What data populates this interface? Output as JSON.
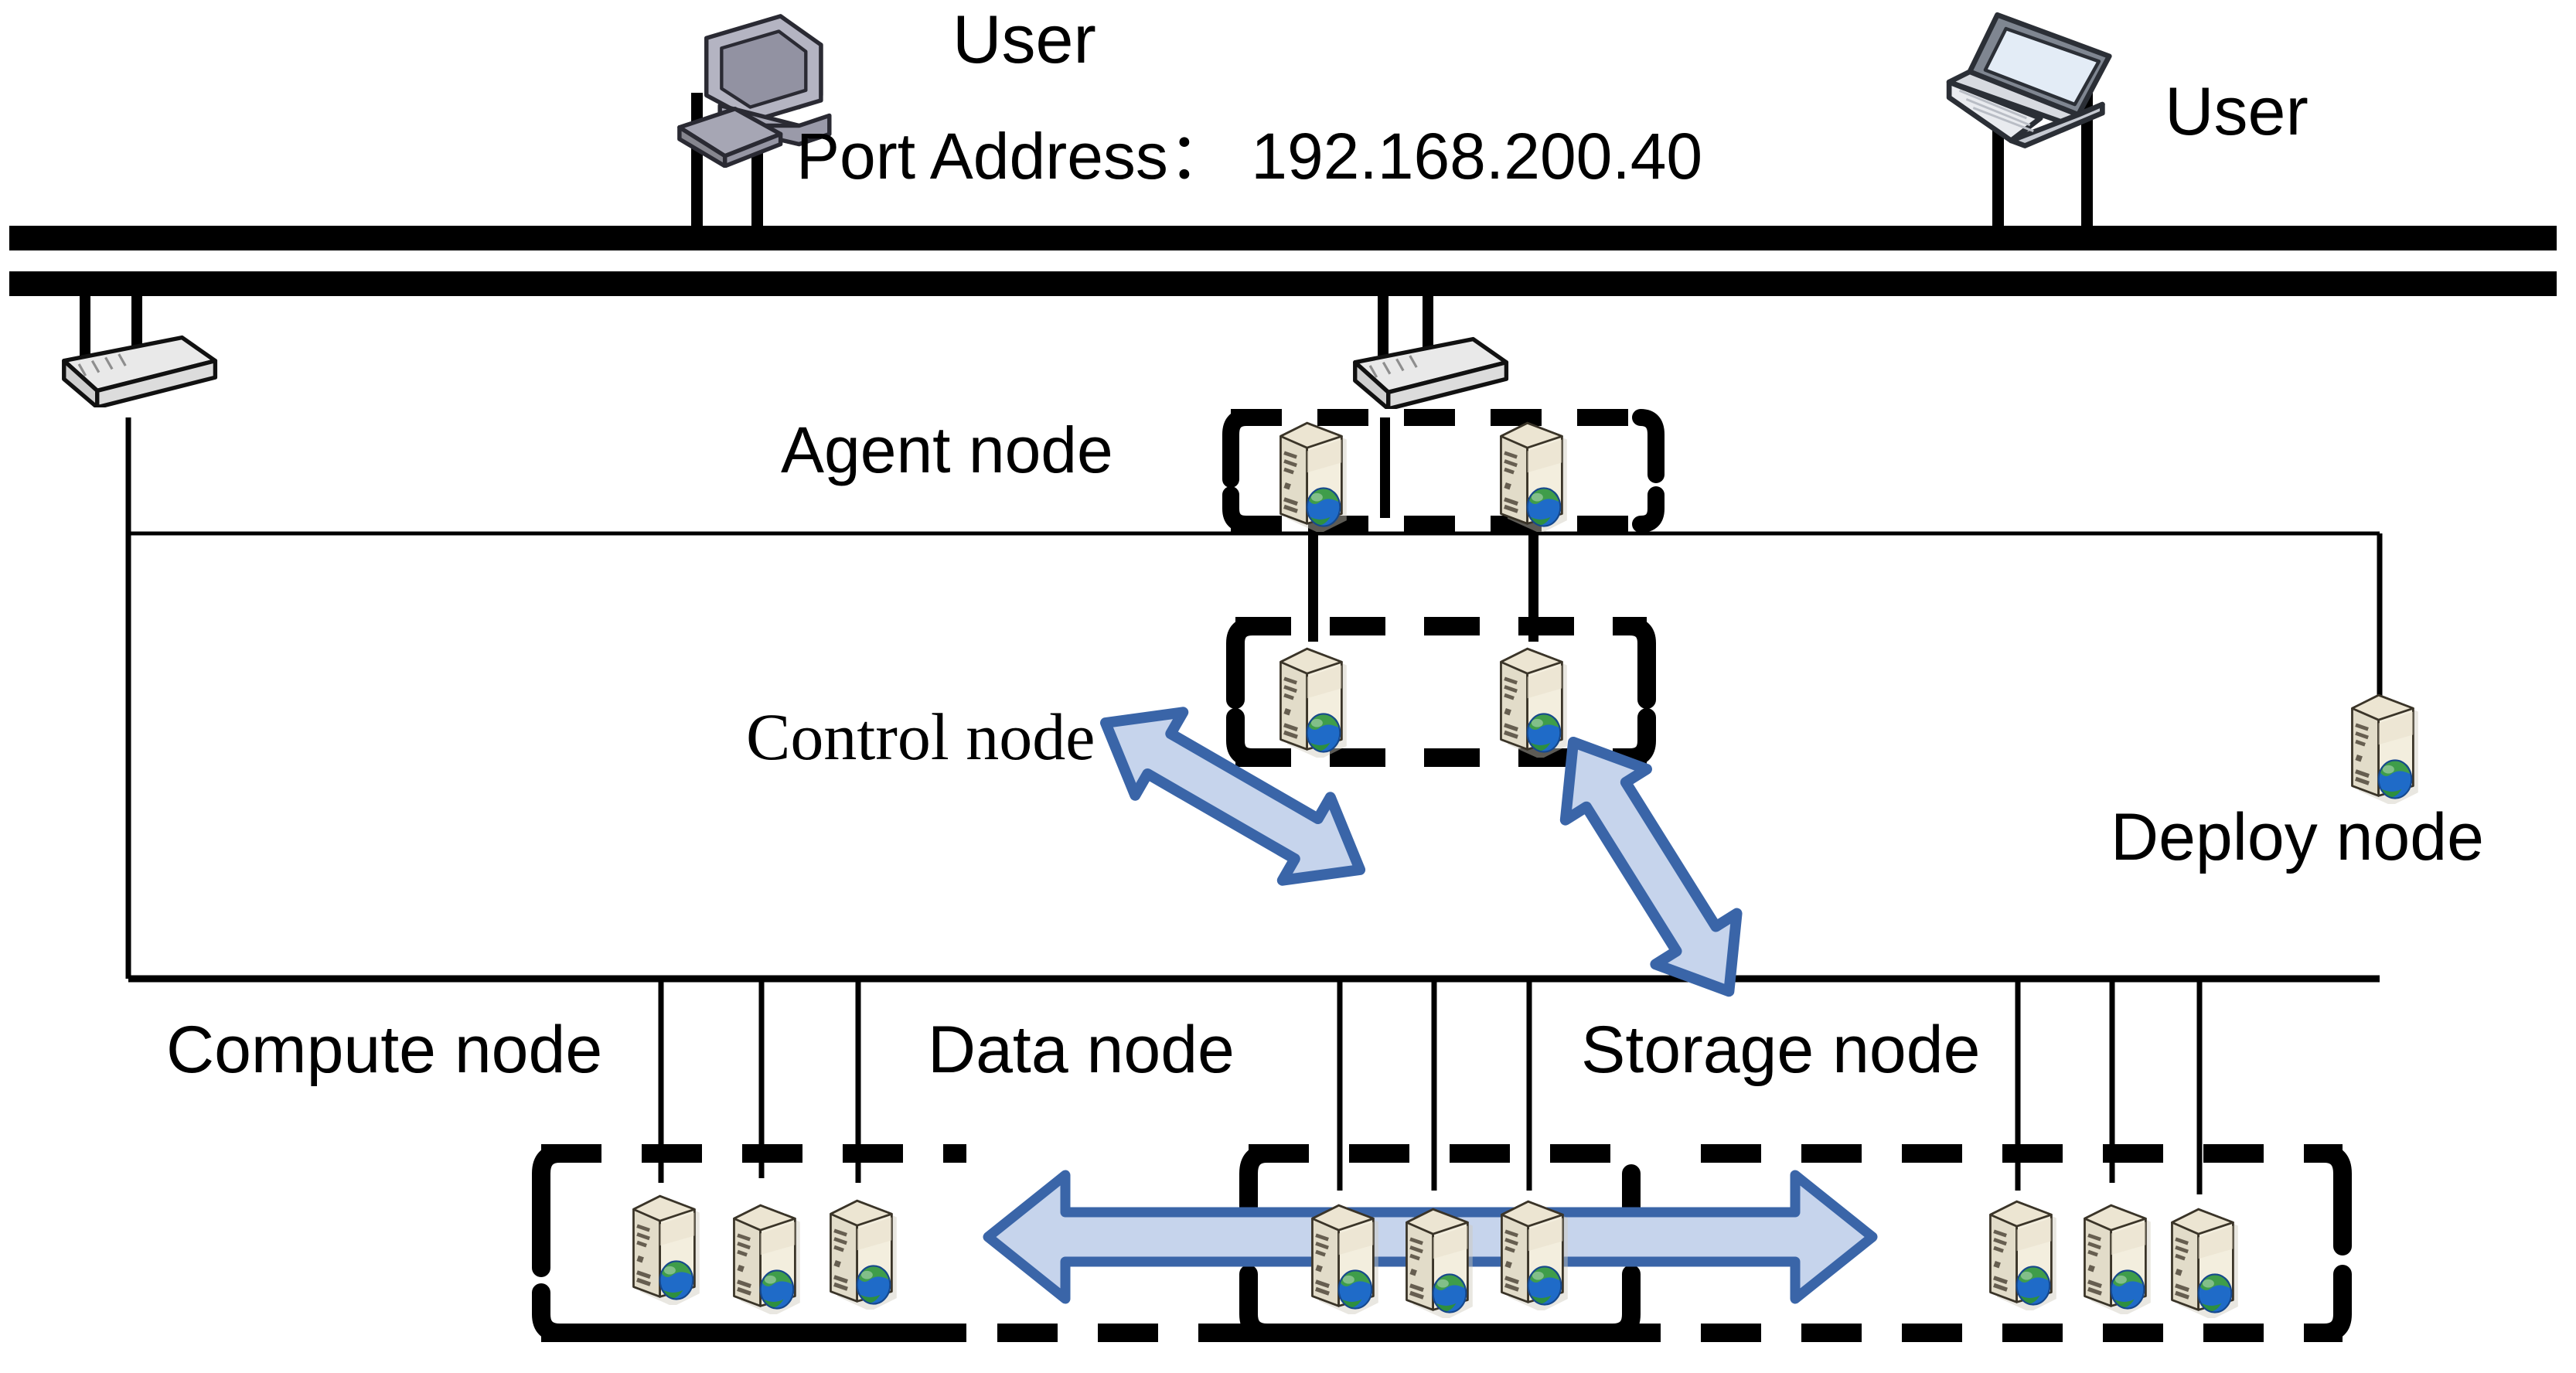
{
  "diagram": {
    "title": "Cluster deployment network topology",
    "background_color": "#ffffff",
    "line_color": "#000000",
    "arrow_fill": "#c6d4ec",
    "arrow_stroke": "#3a65a8",
    "server_body_color": "#efe8d6",
    "server_edge_color": "#3a3428",
    "globe_green": "#3f9d4a",
    "globe_blue": "#1c5fc0",
    "switch_color": "#e3e3e3"
  },
  "labels": {
    "user_left": "User",
    "user_right": "User",
    "port_address": "Port Address： 192.168.200.40",
    "agent_node": "Agent node",
    "control_node": "Control node",
    "deploy_node": "Deploy node",
    "compute_node": "Compute node",
    "data_node": "Data node",
    "storage_node": "Storage node"
  },
  "icons": {
    "desktop_computer": "desktop-computer-icon",
    "laptop_computer": "laptop-computer-icon",
    "network_switch": "network-switch-icon",
    "server": "server-icon",
    "globe_badge": "globe-badge-icon",
    "double_arrow": "double-headed-arrow-icon"
  },
  "groups": [
    {
      "name": "agent_node",
      "label": "Agent node",
      "server_count": 2
    },
    {
      "name": "control_node",
      "label": "Control node",
      "server_count": 2
    },
    {
      "name": "deploy_node",
      "label": "Deploy node",
      "server_count": 1
    },
    {
      "name": "compute_node",
      "label": "Compute node",
      "server_count": 3
    },
    {
      "name": "data_node",
      "label": "Data node",
      "server_count": 3
    },
    {
      "name": "storage_node",
      "label": "Storage node",
      "server_count": 3
    }
  ],
  "connections": {
    "bus_lines": 2,
    "arrows": [
      {
        "from": "control_node",
        "to": "data_node",
        "style": "double-headed"
      },
      {
        "from": "control_node",
        "to": "storage_node",
        "style": "double-headed"
      },
      {
        "from": "compute_node",
        "to": "storage_node",
        "style": "double-headed-horizontal"
      }
    ]
  }
}
